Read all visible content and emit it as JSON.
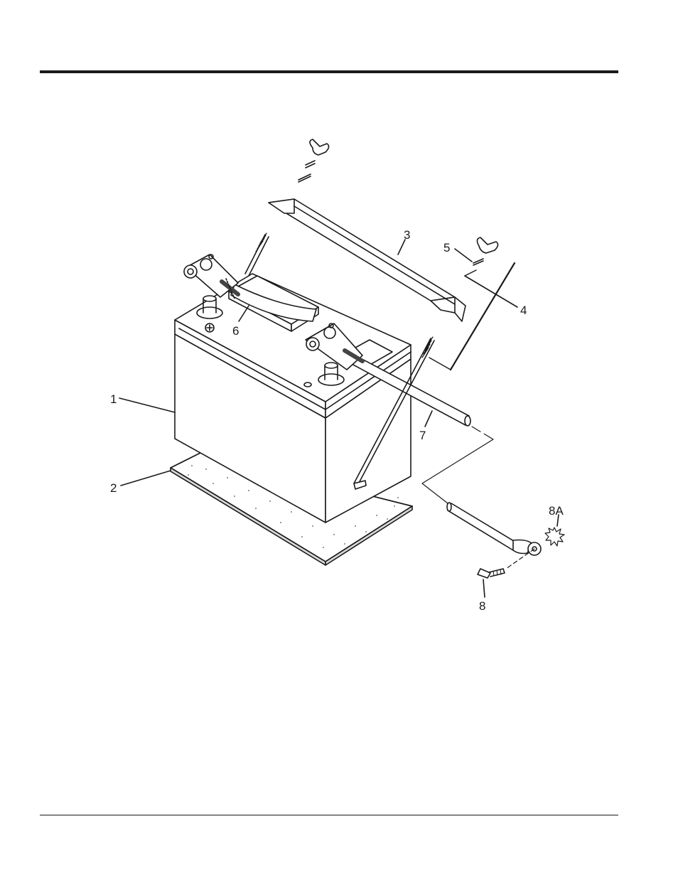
{
  "diagram": {
    "callouts": {
      "battery": "1",
      "tray_pad": "2",
      "hold_down_bar": "3",
      "lock_washer": "4",
      "flat_washer": "5",
      "positive_cable": "6",
      "negative_cable": "7",
      "ground_screw": "8",
      "star_washer": "8A"
    }
  }
}
